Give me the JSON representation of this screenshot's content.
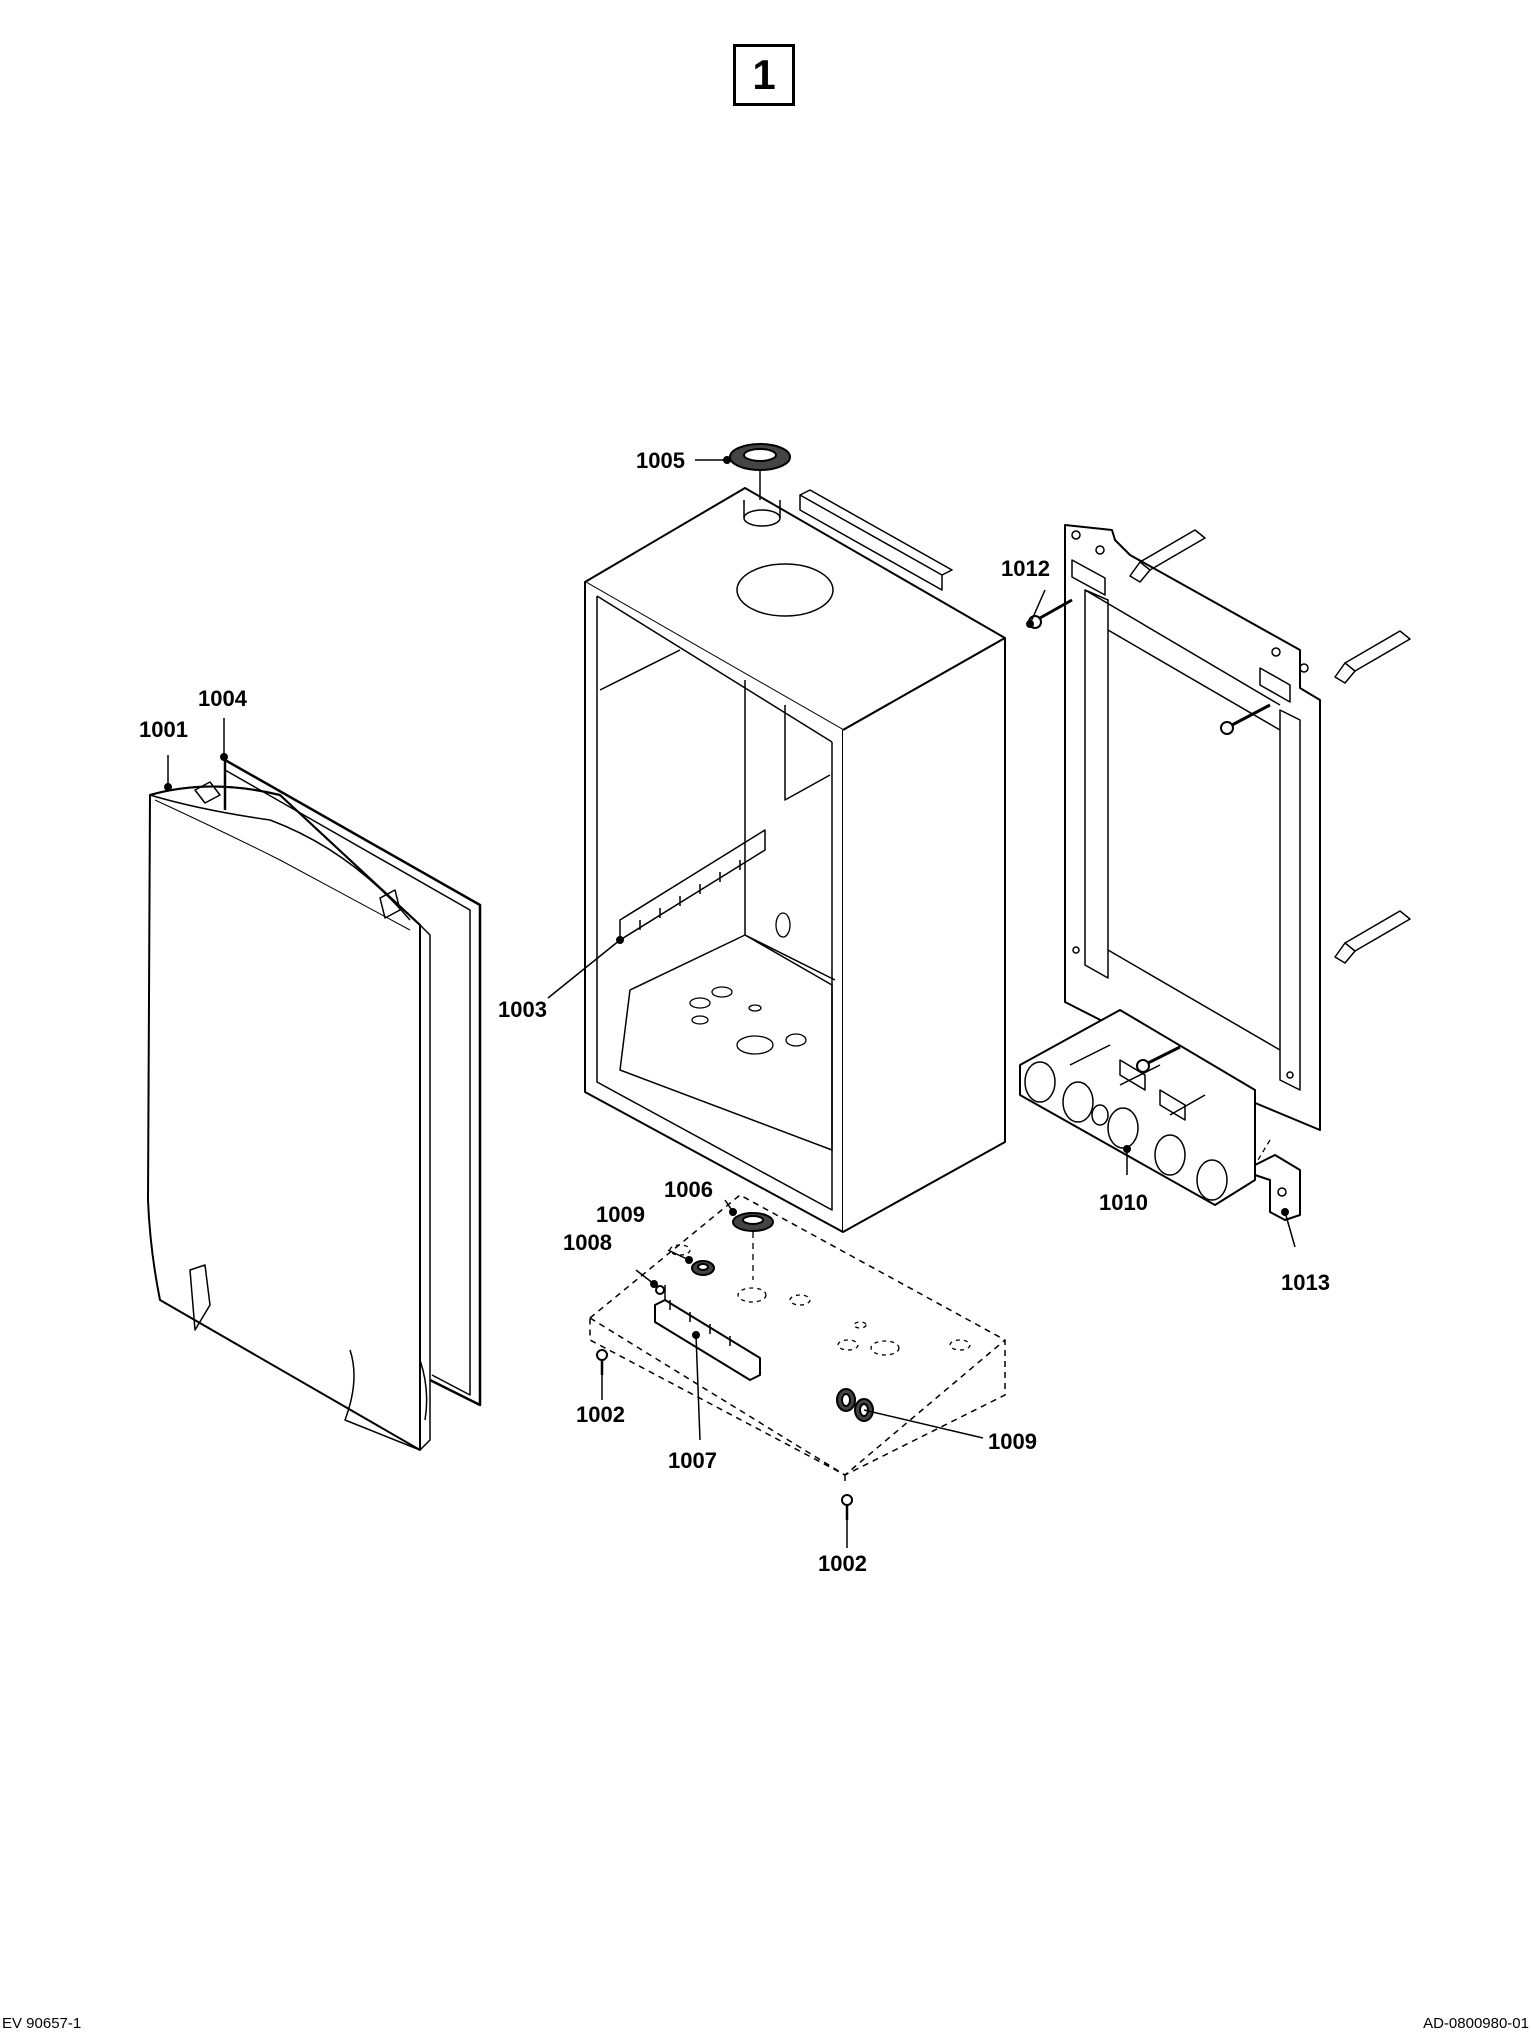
{
  "sheet_number": "1",
  "callouts": [
    {
      "id": "c1001",
      "label": "1001"
    },
    {
      "id": "c1002a",
      "label": "1002"
    },
    {
      "id": "c1002b",
      "label": "1002"
    },
    {
      "id": "c1003",
      "label": "1003"
    },
    {
      "id": "c1004",
      "label": "1004"
    },
    {
      "id": "c1005",
      "label": "1005"
    },
    {
      "id": "c1006",
      "label": "1006"
    },
    {
      "id": "c1007",
      "label": "1007"
    },
    {
      "id": "c1008",
      "label": "1008"
    },
    {
      "id": "c1009a",
      "label": "1009"
    },
    {
      "id": "c1009b",
      "label": "1009"
    },
    {
      "id": "c1010",
      "label": "1010"
    },
    {
      "id": "c1012",
      "label": "1012"
    },
    {
      "id": "c1013",
      "label": "1013"
    }
  ],
  "footer": {
    "left_code": "EV 90657-1",
    "right_code": "AD-0800980-01"
  }
}
